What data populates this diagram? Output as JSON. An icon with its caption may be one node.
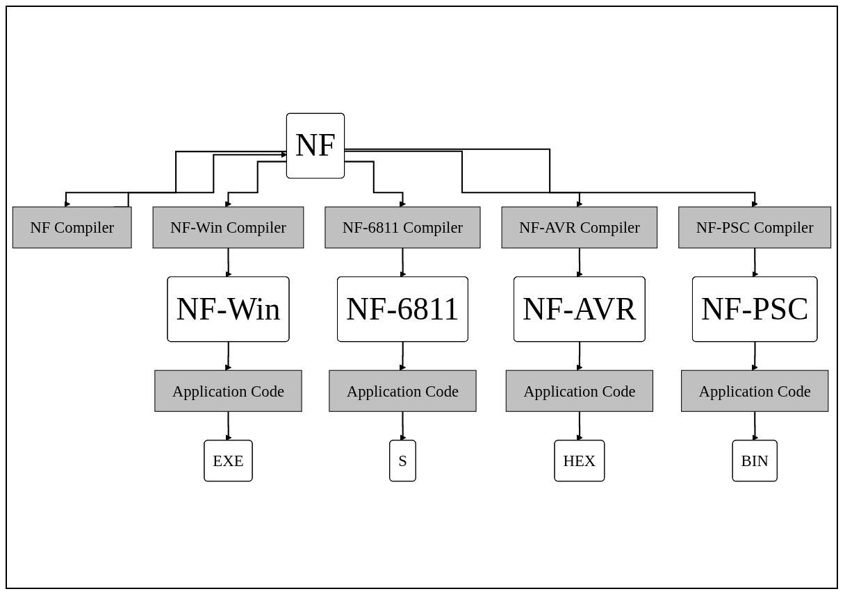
{
  "diagram": {
    "nodes": [
      {
        "text": [
          "NF"
        ]
      },
      {
        "text": [
          "NF Compiler"
        ]
      },
      {
        "text": [
          "NF-Win Compiler"
        ]
      },
      {
        "text": [
          "NF-6811 Compiler"
        ]
      },
      {
        "text": [
          "NF-AVR Compiler"
        ]
      },
      {
        "text": [
          "NF-PSC Compiler"
        ]
      },
      {
        "text": [
          "NF-Win"
        ]
      },
      {
        "text": [
          "NF-6811"
        ]
      },
      {
        "text": [
          "NF-AVR"
        ]
      },
      {
        "text": [
          "NF-PSC"
        ]
      },
      {
        "text": [
          "Application Code"
        ]
      },
      {
        "text": [
          "Application Code"
        ]
      },
      {
        "text": [
          "Application Code"
        ]
      },
      {
        "text": [
          "Application Code"
        ]
      },
      {
        "text": [
          "EXE"
        ]
      },
      {
        "text": [
          "S"
        ]
      },
      {
        "text": [
          "HEX"
        ]
      },
      {
        "text": [
          "BIN"
        ]
      }
    ],
    "edges": [
      {
        "from": 0,
        "to": 1,
        "arrow": "to"
      },
      {
        "from": 0,
        "to": 2,
        "arrow": "to"
      },
      {
        "from": 0,
        "to": 3,
        "arrow": "to"
      },
      {
        "from": 0,
        "to": 4,
        "arrow": "to"
      },
      {
        "from": 0,
        "to": 5,
        "arrow": "to"
      },
      {
        "from": 1,
        "to": 0,
        "arrow": "to"
      },
      {
        "from": 2,
        "to": 6,
        "arrow": "to"
      },
      {
        "from": 3,
        "to": 7,
        "arrow": "to"
      },
      {
        "from": 4,
        "to": 8,
        "arrow": "to"
      },
      {
        "from": 5,
        "to": 9,
        "arrow": "to"
      },
      {
        "from": 6,
        "to": 10,
        "arrow": "to"
      },
      {
        "from": 7,
        "to": 11,
        "arrow": "to"
      },
      {
        "from": 8,
        "to": 12,
        "arrow": "to"
      },
      {
        "from": 9,
        "to": 13,
        "arrow": "to"
      },
      {
        "from": 10,
        "to": 14,
        "arrow": "to"
      },
      {
        "from": 11,
        "to": 15,
        "arrow": "to"
      },
      {
        "from": 12,
        "to": 16,
        "arrow": "to"
      },
      {
        "from": 13,
        "to": 17,
        "arrow": "to"
      }
    ]
  }
}
